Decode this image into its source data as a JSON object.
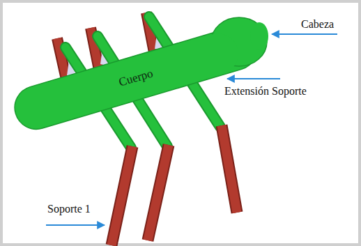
{
  "diagram": {
    "nodes": [
      {
        "text": [
          "Cuerpo"
        ]
      }
    ],
    "labels": [
      "Cabeza",
      "Extensión Soporte",
      "Soporte 1"
    ]
  }
}
